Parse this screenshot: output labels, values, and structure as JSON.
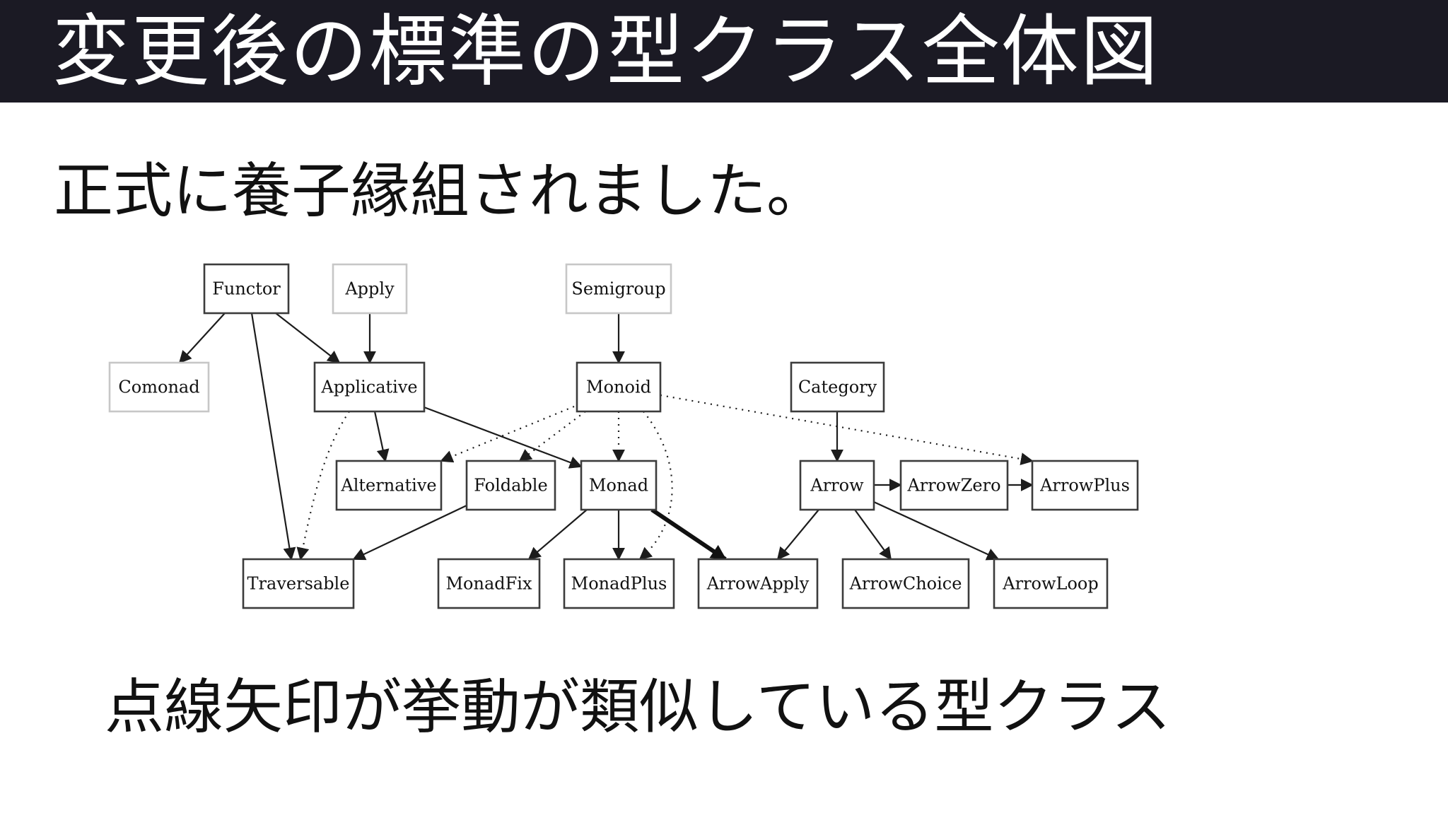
{
  "slide": {
    "title": "変更後の標準の型クラス全体図",
    "subtitle": "正式に養子縁組されました。",
    "note": "点線矢印が挙動が類似している型クラス"
  },
  "diagram": {
    "nodes": [
      {
        "id": "functor",
        "label": "Functor",
        "faded": false
      },
      {
        "id": "apply",
        "label": "Apply",
        "faded": true
      },
      {
        "id": "semigroup",
        "label": "Semigroup",
        "faded": true
      },
      {
        "id": "comonad",
        "label": "Comonad",
        "faded": true
      },
      {
        "id": "applicative",
        "label": "Applicative",
        "faded": false
      },
      {
        "id": "monoid",
        "label": "Monoid",
        "faded": false
      },
      {
        "id": "category",
        "label": "Category",
        "faded": false
      },
      {
        "id": "alternative",
        "label": "Alternative",
        "faded": false
      },
      {
        "id": "foldable",
        "label": "Foldable",
        "faded": false
      },
      {
        "id": "monad",
        "label": "Monad",
        "faded": false
      },
      {
        "id": "arrow",
        "label": "Arrow",
        "faded": false
      },
      {
        "id": "arrowzero",
        "label": "ArrowZero",
        "faded": false
      },
      {
        "id": "arrowplus",
        "label": "ArrowPlus",
        "faded": false
      },
      {
        "id": "traversable",
        "label": "Traversable",
        "faded": false
      },
      {
        "id": "monadfix",
        "label": "MonadFix",
        "faded": false
      },
      {
        "id": "monadplus",
        "label": "MonadPlus",
        "faded": false
      },
      {
        "id": "arrowapply",
        "label": "ArrowApply",
        "faded": false
      },
      {
        "id": "arrowchoice",
        "label": "ArrowChoice",
        "faded": false
      },
      {
        "id": "arrowloop",
        "label": "ArrowLoop",
        "faded": false
      }
    ],
    "edges": [
      {
        "from": "functor",
        "to": "comonad",
        "style": "solid"
      },
      {
        "from": "functor",
        "to": "applicative",
        "style": "solid"
      },
      {
        "from": "functor",
        "to": "traversable",
        "style": "solid"
      },
      {
        "from": "apply",
        "to": "applicative",
        "style": "solid"
      },
      {
        "from": "semigroup",
        "to": "monoid",
        "style": "solid"
      },
      {
        "from": "applicative",
        "to": "alternative",
        "style": "solid"
      },
      {
        "from": "applicative",
        "to": "monad",
        "style": "solid"
      },
      {
        "from": "applicative",
        "to": "traversable",
        "style": "dotted"
      },
      {
        "from": "monoid",
        "to": "alternative",
        "style": "dotted"
      },
      {
        "from": "monoid",
        "to": "foldable",
        "style": "dotted"
      },
      {
        "from": "monoid",
        "to": "monad",
        "style": "dotted"
      },
      {
        "from": "monoid",
        "to": "monadplus",
        "style": "dotted"
      },
      {
        "from": "monoid",
        "to": "arrowplus",
        "style": "dotted"
      },
      {
        "from": "category",
        "to": "arrow",
        "style": "solid"
      },
      {
        "from": "foldable",
        "to": "traversable",
        "style": "solid"
      },
      {
        "from": "monad",
        "to": "monadfix",
        "style": "solid"
      },
      {
        "from": "monad",
        "to": "monadplus",
        "style": "solid"
      },
      {
        "from": "monad",
        "to": "arrowapply",
        "style": "bold"
      },
      {
        "from": "arrow",
        "to": "arrowzero",
        "style": "solid"
      },
      {
        "from": "arrowzero",
        "to": "arrowplus",
        "style": "solid"
      },
      {
        "from": "arrow",
        "to": "arrowapply",
        "style": "solid"
      },
      {
        "from": "arrow",
        "to": "arrowchoice",
        "style": "solid"
      },
      {
        "from": "arrow",
        "to": "arrowloop",
        "style": "solid"
      }
    ]
  }
}
